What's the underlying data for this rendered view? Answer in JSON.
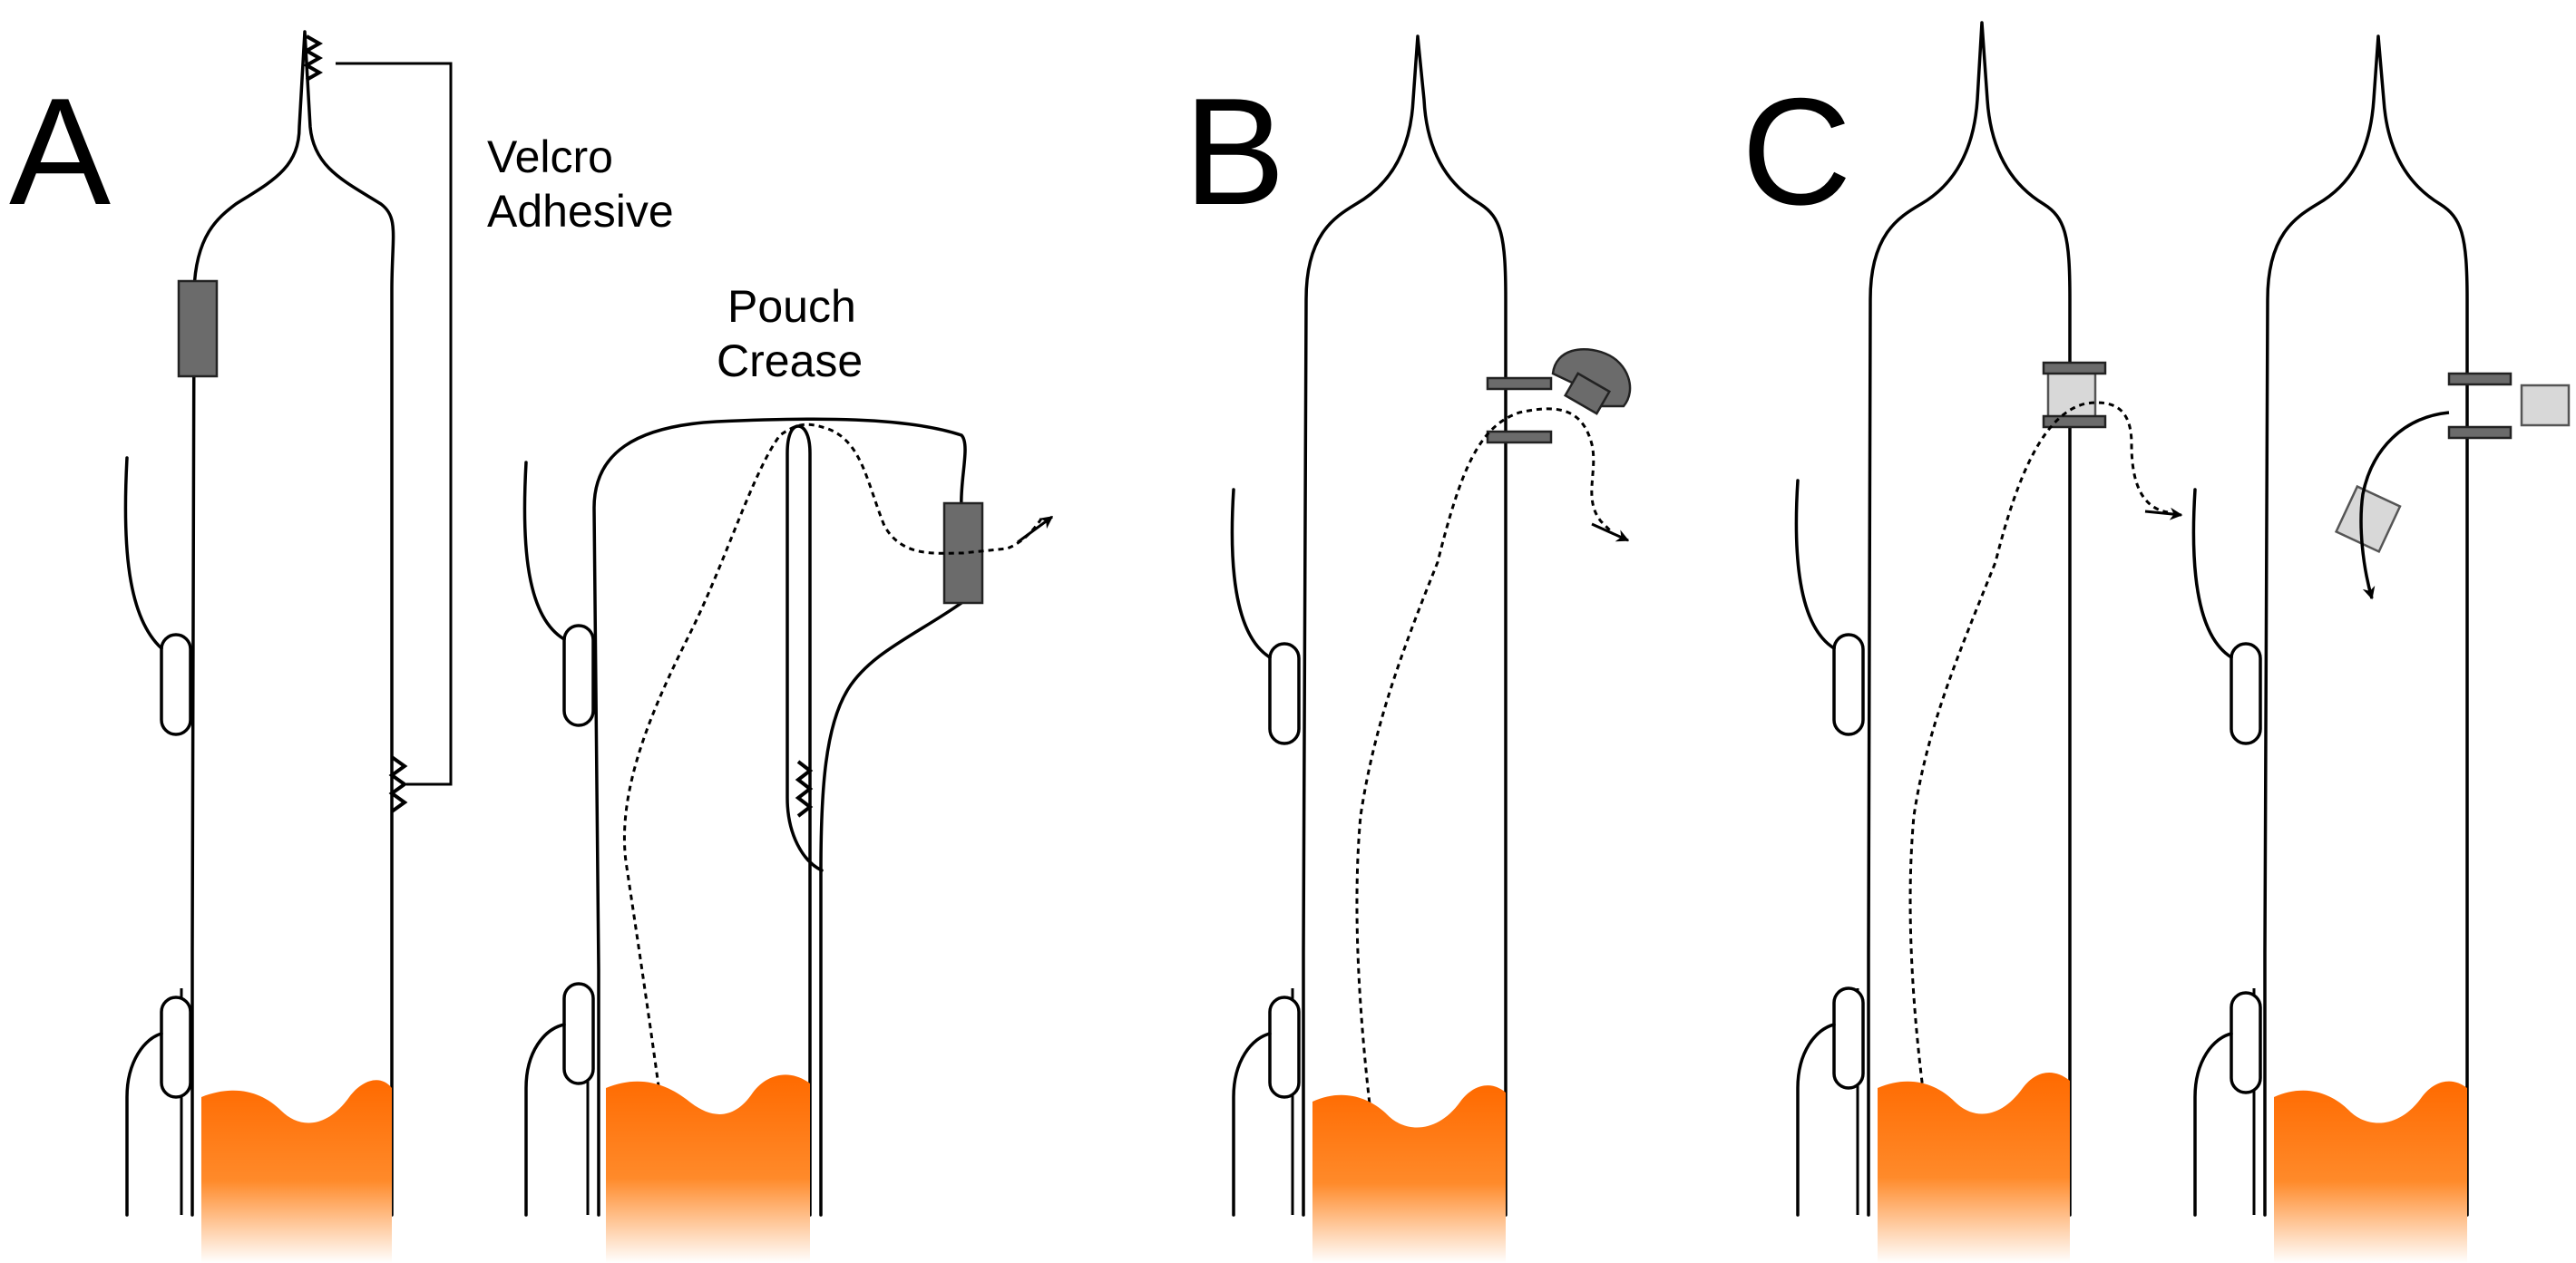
{
  "figure": {
    "panel_letters": [
      "A",
      "B",
      "C"
    ],
    "labels": {
      "velcro_line1": "Velcro",
      "velcro_line2": "Adhesive",
      "crease_line1": "Pouch",
      "crease_line2": "Crease"
    },
    "colors": {
      "liquid_top": "#ff6a00",
      "liquid_bottom": "#ffffff",
      "clip_dark": "#6b6b6b",
      "clip_light": "#d8d8d8",
      "line": "#000000"
    }
  }
}
